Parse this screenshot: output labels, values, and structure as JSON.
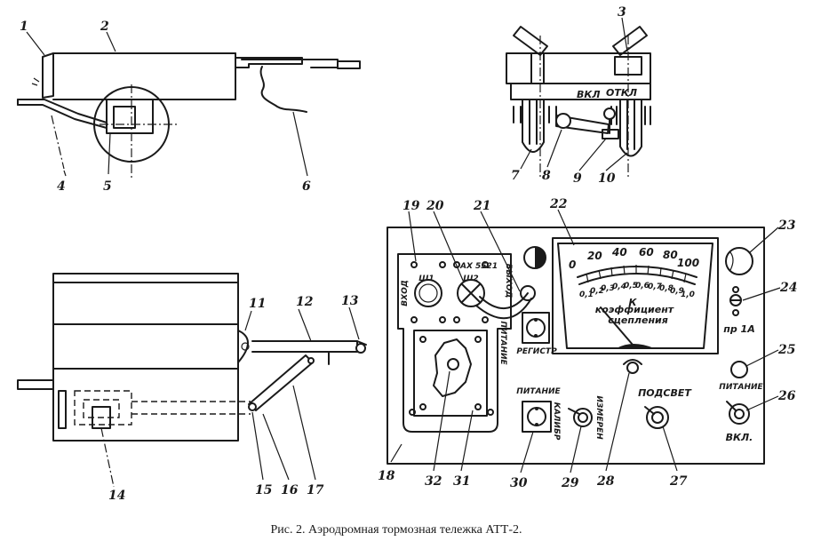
{
  "caption": "Рис. 2. Аэродромная тормозная тележка АТТ-2.",
  "part_numbers": {
    "n1": "1",
    "n2": "2",
    "n3": "3",
    "n4": "4",
    "n5": "5",
    "n6": "6",
    "n7": "7",
    "n8": "8",
    "n9": "9",
    "n10": "10",
    "n11": "11",
    "n12": "12",
    "n13": "13",
    "n14": "14",
    "n15": "15",
    "n16": "16",
    "n17": "17",
    "n18": "18",
    "n19": "19",
    "n20": "20",
    "n21": "21",
    "n22": "22",
    "n23": "23",
    "n24": "24",
    "n25": "25",
    "n26": "26",
    "n27": "27",
    "n28": "28",
    "n29": "29",
    "n30": "30",
    "n31": "31",
    "n32": "32"
  },
  "switch_unit": {
    "on_label": "ВКЛ",
    "off_label": "ОТКЛ"
  },
  "panel": {
    "model": "АХ 5521",
    "sh1": "Ш1",
    "sh2": "Ш2",
    "input": "ВХОД",
    "output": "ВЫХОД",
    "power_vertical": "ПИТАНИЕ",
    "register": "РЕГИСТР",
    "power_lower": "ПИТАНИЕ",
    "calibration": "КАЛИБР",
    "measure": "ИЗМЕРЕН",
    "backlight": "ПОДСВЕТ",
    "power_right": "ПИТАНИЕ",
    "fuse": "пр 1А",
    "on_switch": "ВКЛ.",
    "meter_k": "К",
    "meter_title_1": "коэффициент",
    "meter_title_2": "сцепления",
    "upper_scale": [
      "0",
      "20",
      "40",
      "60",
      "80",
      "100"
    ],
    "lower_scale": [
      "0,1",
      "0,2",
      "0,3",
      "0,4",
      "0,5",
      "0,6",
      "0,7",
      "0,8",
      "0,9",
      "1,0"
    ]
  }
}
